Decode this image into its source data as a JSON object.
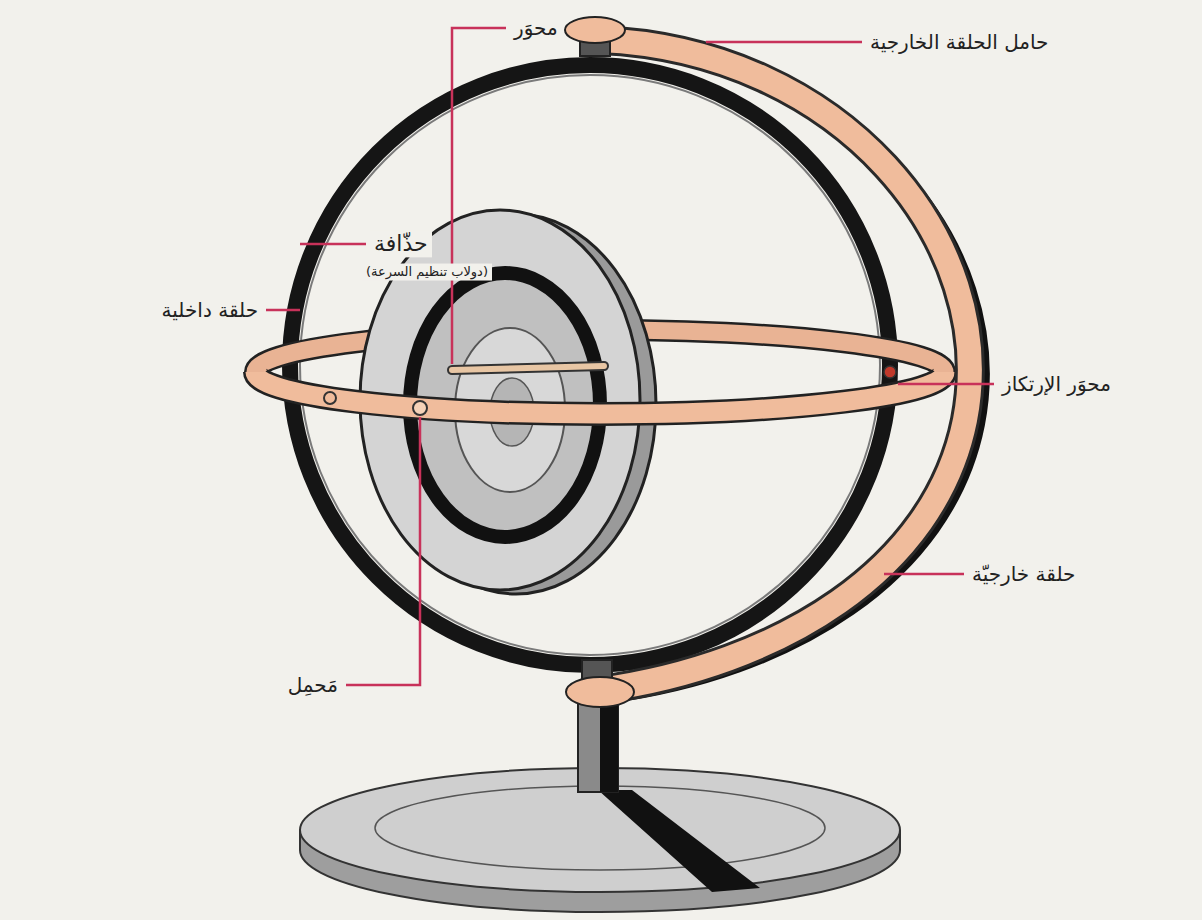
{
  "diagram": {
    "labels": [
      "محوَر",
      "حامل الحلقة الخارجية",
      "حذّافة",
      "(دولاب تنظيم السرعة)",
      "حلقة داخلية",
      "محوَر الإرتكاز",
      "حلقة خارجيّة",
      "مَحمِل"
    ]
  }
}
